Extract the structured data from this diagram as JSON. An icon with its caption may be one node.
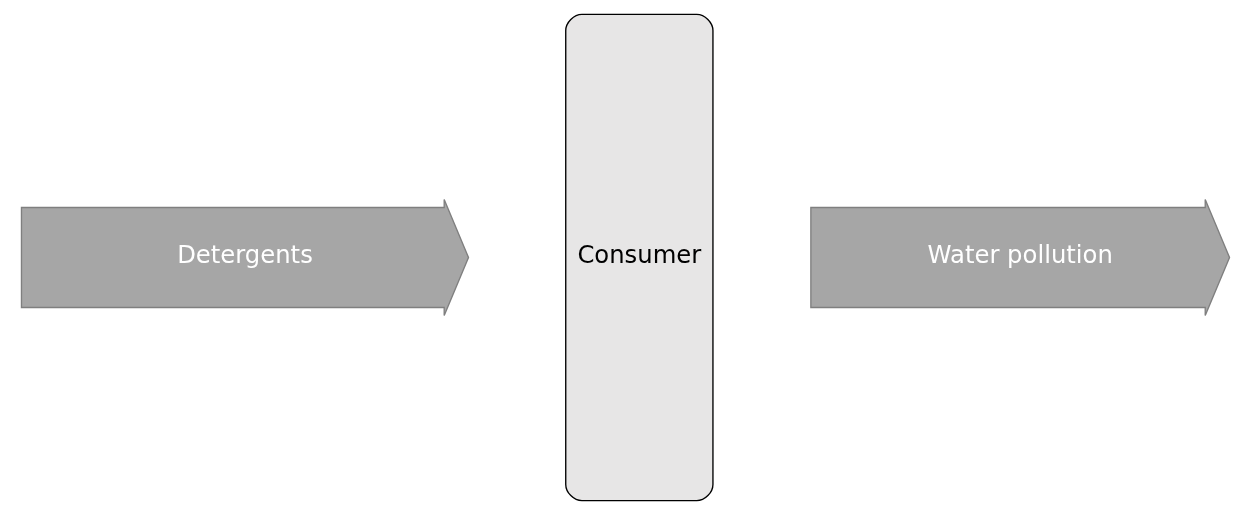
{
  "diagram": {
    "nodes": [
      {
        "text": [
          "Detergents"
        ]
      },
      {
        "text": [
          "Consumer"
        ]
      },
      {
        "text": [
          "Water pollution"
        ]
      }
    ]
  }
}
